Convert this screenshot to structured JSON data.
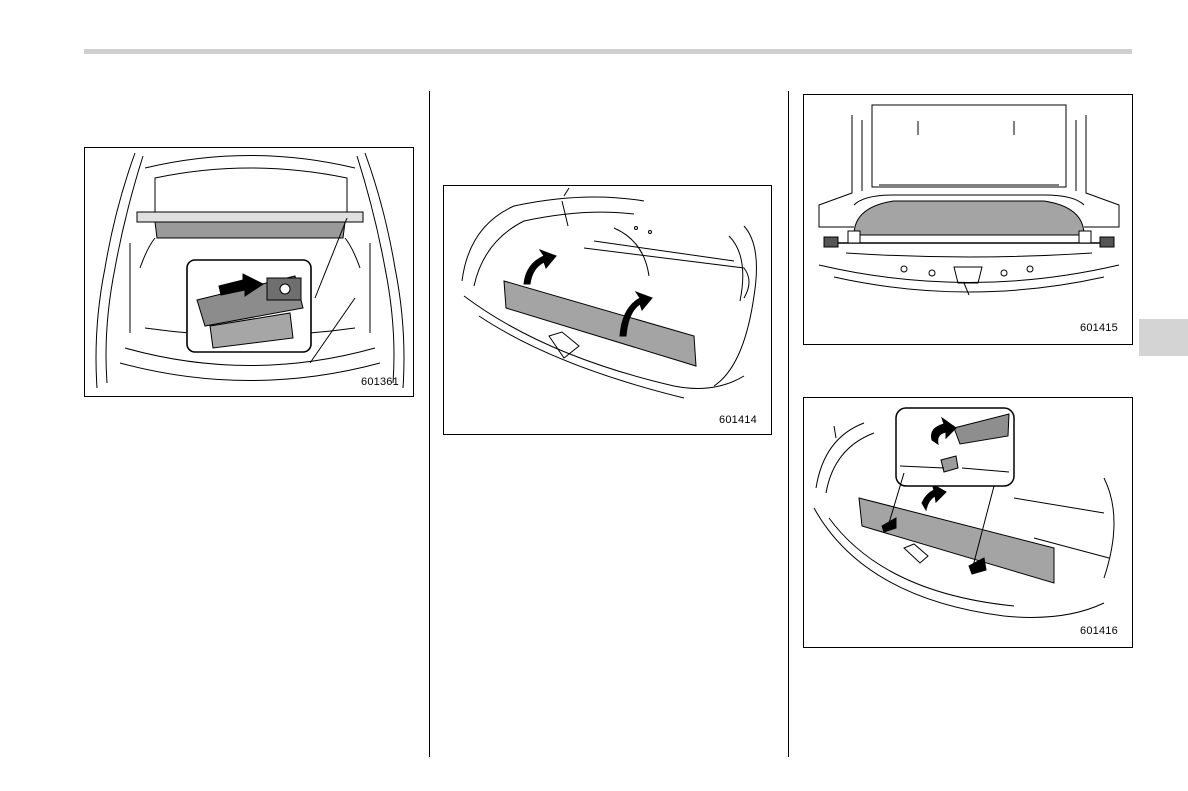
{
  "figures": {
    "fig1": {
      "code": "601361"
    },
    "fig2": {
      "code": "601414"
    },
    "fig3": {
      "code": "601415"
    },
    "fig4": {
      "code": "601416"
    }
  }
}
